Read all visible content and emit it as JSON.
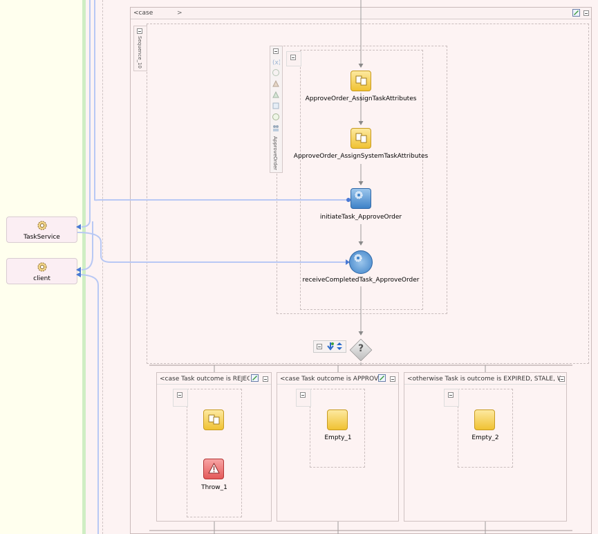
{
  "partners": {
    "task_service": "TaskService",
    "client": "client"
  },
  "case": {
    "header": "<case",
    "header_chevron": ">",
    "sequence_label": "Sequence_10",
    "scope_label": "ApproveOrder"
  },
  "activities": {
    "assign_task_attrs": "ApproveOrder_AssignTaskAttributes",
    "assign_system_attrs": "ApproveOrder_AssignSystemTaskAttributes",
    "initiate_task": "initiateTask_ApproveOrder",
    "receive_completed": "receiveCompletedTask_ApproveOrder"
  },
  "switch": {
    "glyph": "?"
  },
  "branches": [
    {
      "header": "<case Task outcome is REJECT",
      "node_label": "Throw_1"
    },
    {
      "header": "<case Task outcome is APPROVE",
      "node_label": "Empty_1"
    },
    {
      "header": "<otherwise Task is outcome is EXPIRED, STALE, WI",
      "node_label": "Empty_2"
    }
  ],
  "colors": {
    "activity_yellow": "#f0c232",
    "activity_blue": "#3e82c8",
    "throw_red": "#e45a5a",
    "link_line": "#b8c8f4"
  }
}
